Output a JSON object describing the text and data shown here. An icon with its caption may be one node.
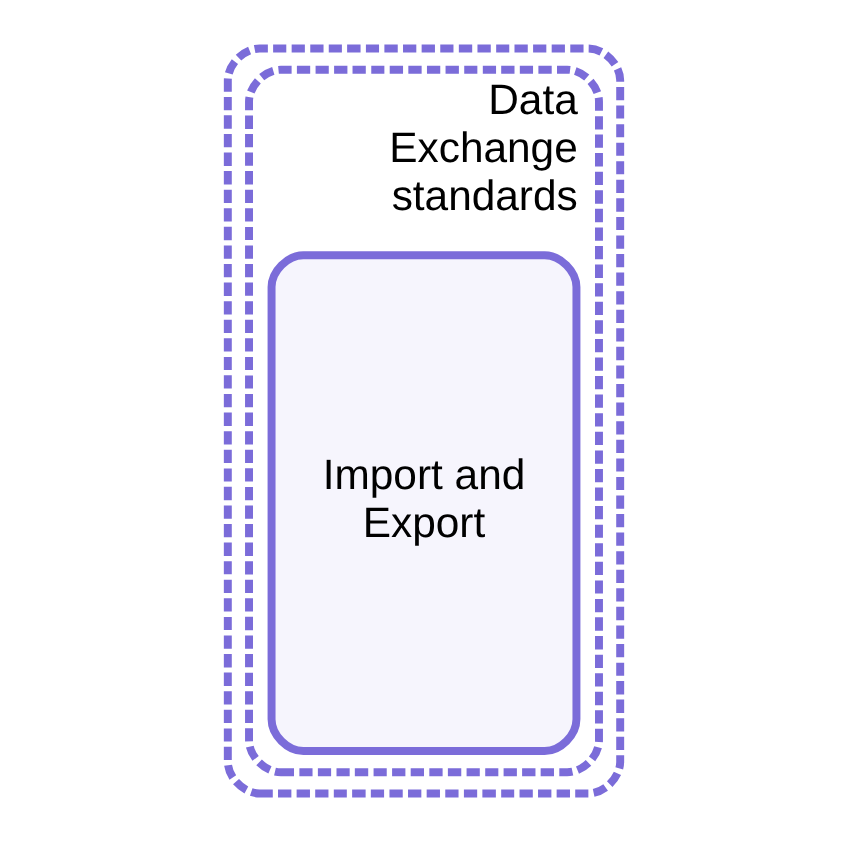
{
  "diagram": {
    "nodes": [
      {
        "text": [],
        "shape": "box"
      },
      {
        "text": [
          "Data Exchange standards"
        ],
        "in": 0
      },
      {
        "text": [
          "Import and Export"
        ],
        "in": 1
      }
    ]
  }
}
